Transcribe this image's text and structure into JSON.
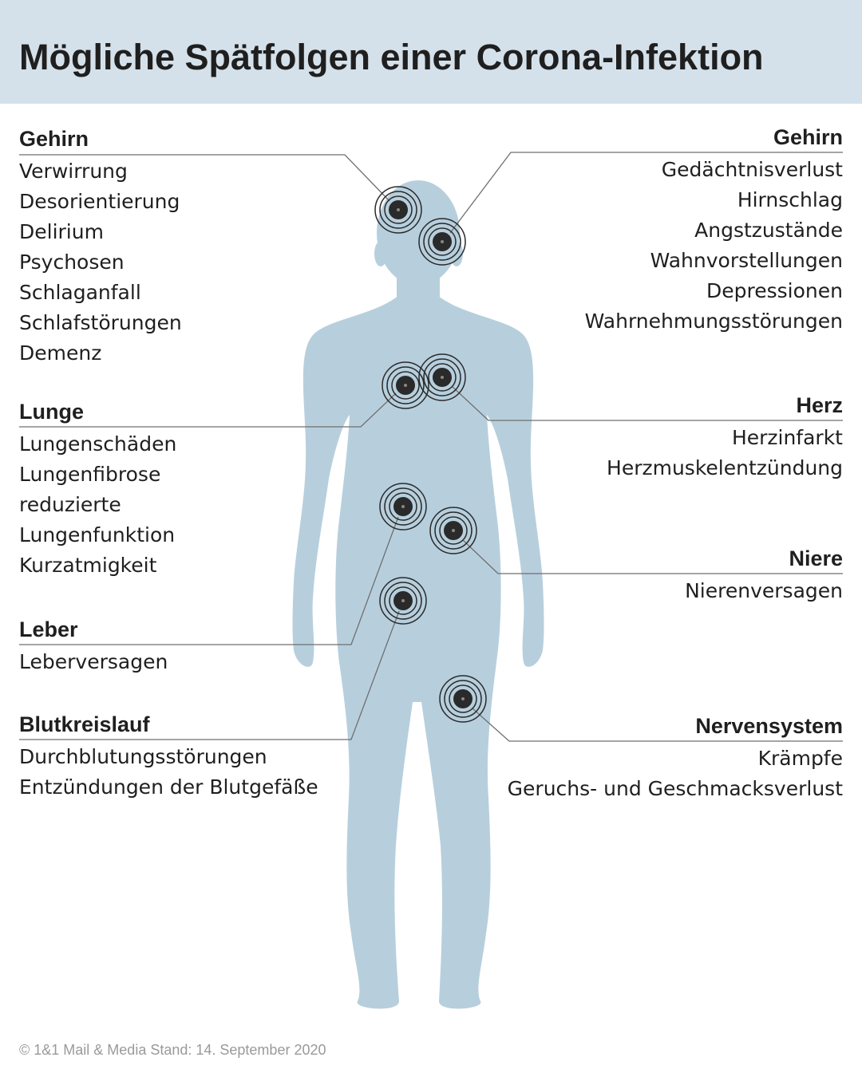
{
  "title": "Mögliche Spätfolgen einer Corona-Infektion",
  "colors": {
    "header_background": "#d5e1ea",
    "body_silhouette": "#b7cfdd",
    "marker": "#2a2a2a",
    "leader_line": "#6f6f6f",
    "text": "#1f1f1f",
    "footer_text": "#9a9a9a"
  },
  "left_groups": [
    {
      "heading": "Gehirn",
      "items": [
        "Verwirrung",
        "Desorientierung",
        "Delirium",
        "Psychosen",
        "Schlaganfall",
        "Schlafstörungen",
        "Demenz"
      ]
    },
    {
      "heading": "Lunge",
      "items": [
        "Lungenschäden",
        "Lungenfibrose",
        "reduzierte",
        "Lungenfunktion",
        "Kurzatmigkeit"
      ]
    },
    {
      "heading": "Leber",
      "items": [
        "Leberversagen"
      ]
    },
    {
      "heading": "Blutkreislauf",
      "items": [
        "Durchblutungsstörungen",
        "Entzündungen der Blutgefäße"
      ]
    }
  ],
  "right_groups": [
    {
      "heading": "Gehirn",
      "items": [
        "Gedächtnisverlust",
        "Hirnschlag",
        "Angstzustände",
        "Wahnvorstellungen",
        "Depressionen",
        "Wahrnehmungsstörungen"
      ]
    },
    {
      "heading": "Herz",
      "items": [
        "Herzinfarkt",
        "Herzmuskelentzündung"
      ]
    },
    {
      "heading": "Niere",
      "items": [
        "Nierenversagen"
      ]
    },
    {
      "heading": "Nervensystem",
      "items": [
        "Krämpfe",
        "Geruchs- und Geschmacksverlust"
      ]
    }
  ],
  "markers": [
    "gehirn-left",
    "gehirn-right",
    "lunge",
    "herz",
    "leber",
    "niere",
    "blutkreislauf",
    "nervensystem"
  ],
  "footer": "© 1&1 Mail & Media Stand: 14. September 2020"
}
